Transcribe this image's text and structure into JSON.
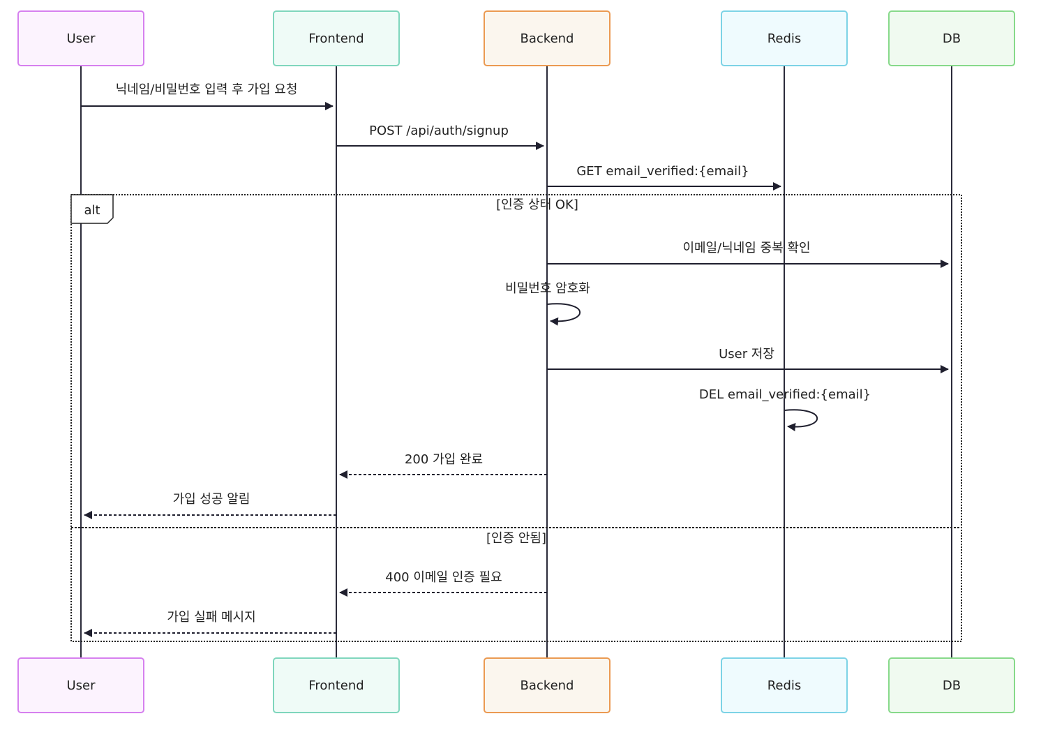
{
  "actors": [
    {
      "id": "user",
      "label": "User",
      "fill": "#fcf3fe",
      "stroke": "#d680ef"
    },
    {
      "id": "frontend",
      "label": "Frontend",
      "fill": "#effbf7",
      "stroke": "#7fd6bd"
    },
    {
      "id": "backend",
      "label": "Backend",
      "fill": "#fbf6ee",
      "stroke": "#eb9a52"
    },
    {
      "id": "redis",
      "label": "Redis",
      "fill": "#effbfe",
      "stroke": "#7dd3e6"
    },
    {
      "id": "db",
      "label": "DB",
      "fill": "#f0faf0",
      "stroke": "#87d98a"
    }
  ],
  "messages": [
    {
      "from": "user",
      "to": "frontend",
      "text": "닉네임/비밀번호 입력 후 가입 요청",
      "style": "solid"
    },
    {
      "from": "frontend",
      "to": "backend",
      "text": "POST /api/auth/signup",
      "style": "solid"
    },
    {
      "from": "backend",
      "to": "redis",
      "text": "GET email_verified:{email}",
      "style": "solid"
    },
    {
      "from": "backend",
      "to": "db",
      "text": "이메일/닉네임 중복 확인",
      "style": "solid"
    },
    {
      "from": "backend",
      "to": "backend",
      "text": "비밀번호 암호화",
      "style": "solid"
    },
    {
      "from": "backend",
      "to": "db",
      "text": "User 저장",
      "style": "solid"
    },
    {
      "from": "redis",
      "to": "redis",
      "text": "DEL email_verified:{email}",
      "style": "solid"
    },
    {
      "from": "backend",
      "to": "frontend",
      "text": "200 가입 완료",
      "style": "dashed"
    },
    {
      "from": "frontend",
      "to": "user",
      "text": "가입 성공 알림",
      "style": "dashed"
    },
    {
      "from": "backend",
      "to": "frontend",
      "text": "400 이메일 인증 필요",
      "style": "dashed"
    },
    {
      "from": "frontend",
      "to": "user",
      "text": "가입 실패 메시지",
      "style": "dashed"
    }
  ],
  "frame": {
    "type": "alt",
    "sections": [
      {
        "guard": "[인증 상태 OK]"
      },
      {
        "guard": "[인증 안됨]"
      }
    ]
  }
}
